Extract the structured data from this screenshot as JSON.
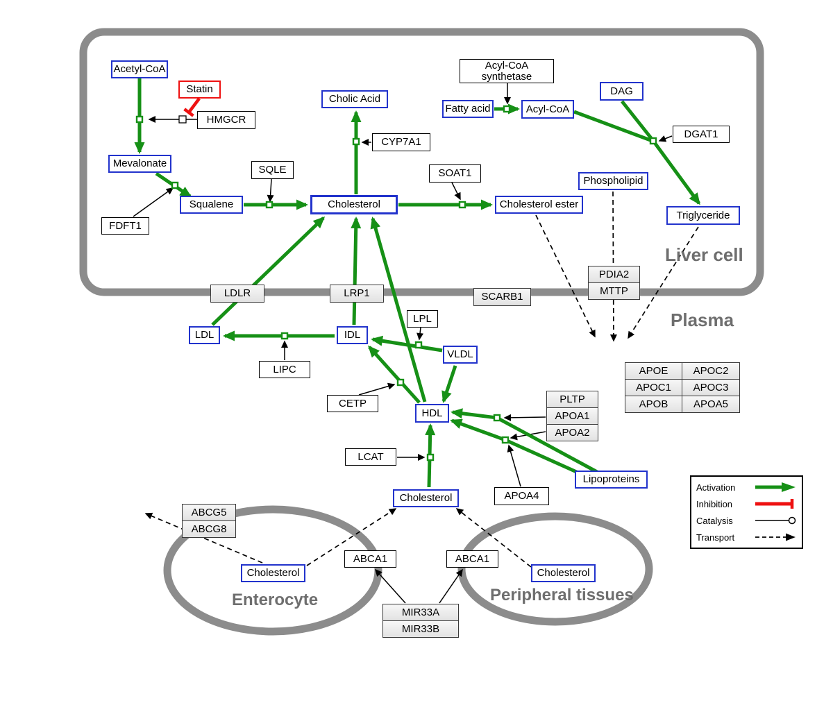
{
  "compartments": {
    "liver_cell": "Liver cell",
    "plasma": "Plasma",
    "enterocyte": "Enterocyte",
    "peripheral_tissues": "Peripheral tissues"
  },
  "metabolites": {
    "acetyl_coa": "Acetyl-CoA",
    "mevalonate": "Mevalonate",
    "squalene": "Squalene",
    "cholesterol_liver": "Cholesterol",
    "cholic_acid": "Cholic Acid",
    "fatty_acid": "Fatty acid",
    "acyl_coa": "Acyl-CoA",
    "dag": "DAG",
    "phospholipid": "Phospholipid",
    "cholesterol_ester": "Cholesterol ester",
    "triglyceride": "Triglyceride",
    "ldl": "LDL",
    "idl": "IDL",
    "vldl": "VLDL",
    "hdl": "HDL",
    "cholesterol_plasma": "Cholesterol",
    "cholesterol_enterocyte": "Cholesterol",
    "cholesterol_peripheral": "Cholesterol",
    "lipoproteins": "Lipoproteins"
  },
  "enzymes": {
    "statin": "Statin",
    "hmgcr": "HMGCR",
    "acyl_coa_synthetase": "Acyl-CoA synthetase",
    "sqle": "SQLE",
    "fdft1": "FDFT1",
    "cyp7a1": "CYP7A1",
    "soat1": "SOAT1",
    "dgat1": "DGAT1",
    "lpl": "LPL",
    "lipc": "LIPC",
    "cetp": "CETP",
    "lcat": "LCAT",
    "apoa4": "APOA4",
    "abca1_enterocyte": "ABCA1",
    "abca1_peripheral": "ABCA1"
  },
  "receptors": {
    "ldlr": "LDLR",
    "lrp1": "LRP1",
    "scarb1": "SCARB1"
  },
  "stacks": {
    "pdia2": "PDIA2",
    "mttp": "MTTP",
    "abcg5": "ABCG5",
    "abcg8": "ABCG8",
    "pltp": "PLTP",
    "apoa1": "APOA1",
    "apoa2": "APOA2",
    "mir33a": "MIR33A",
    "mir33b": "MIR33B"
  },
  "apo_table": [
    [
      "APOE",
      "APOC2"
    ],
    [
      "APOC1",
      "APOC3"
    ],
    [
      "APOB",
      "APOA5"
    ]
  ],
  "legend": {
    "activation": "Activation",
    "inhibition": "Inhibition",
    "catalysis": "Catalysis",
    "transport": "Transport"
  },
  "colors": {
    "activation": "#169016",
    "inhibition": "#ee1111",
    "metabolite_border": "#2233cc",
    "membrane": "#8c8c8c",
    "label_gray": "#6e6e6e"
  }
}
